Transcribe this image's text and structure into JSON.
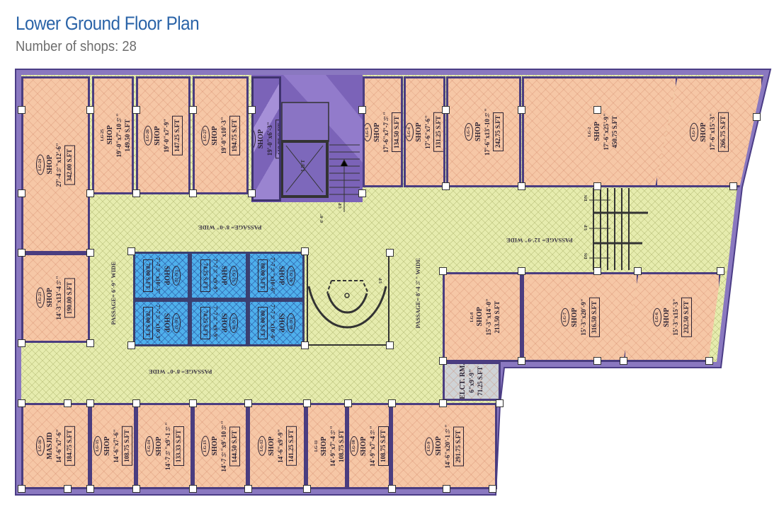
{
  "header": {
    "title": "Lower Ground Floor Plan",
    "subtitle": "Number of shops: 28"
  },
  "colors": {
    "title": "#2b64a8",
    "shop": "#f6c7a6",
    "kiosk": "#4fb0ec",
    "passage": "#e6ecae",
    "wall": "#8a78c0",
    "electrical_room": "#cfd3d6"
  },
  "rooms": [
    {
      "id": "LG-24",
      "name": "SHOP",
      "size": "27'-4½\"x12'-6\"",
      "area": "342.00 S.FT"
    },
    {
      "id": "LG-25",
      "name": "SHOP",
      "size": "19'-0\"x7'-10½\"",
      "area": "149.50 S.FT"
    },
    {
      "id": "LG-26",
      "name": "SHOP",
      "size": "19'-0\"x7'-9\"",
      "area": "147.25 S.FT"
    },
    {
      "id": "LG-27",
      "name": "SHOP",
      "size": "19'-0\"x10'-3\"",
      "area": "194.75 S.FT"
    },
    {
      "id": "LG-28",
      "name": "SHOP",
      "size": "19'-0\"x6'-3\"",
      "area": "118.75 S.FT"
    },
    {
      "id": "LG-5",
      "name": "SHOP",
      "size": "17'-6\"x7'-7½\"",
      "area": "134.50 S.FT"
    },
    {
      "id": "LG-4",
      "name": "SHOP",
      "size": "17'-6\"x7'-6\"",
      "area": "131.25 S.FT"
    },
    {
      "id": "LG-3",
      "name": "SHOP",
      "size": "17'-6\"x13'-10½\"",
      "area": "242.75 S.FT"
    },
    {
      "id": "LG-2",
      "name": "SHOP",
      "size": "17'-6\"x25'-9\"",
      "area": "450.75 S.FT"
    },
    {
      "id": "LG-1",
      "name": "SHOP",
      "size": "17'-6\"x15'-3\"",
      "area": "266.75 S.FT"
    },
    {
      "id": "LG-23",
      "name": "SHOP",
      "size": "14'-3\"x13'-4½\"",
      "area": "190.00 S.FT"
    },
    {
      "id": "LG-8",
      "name": "SHOP",
      "size": "15'-3\"x14'-0\"",
      "area": "213.50 S.FT"
    },
    {
      "id": "LG-7",
      "name": "SHOP",
      "size": "15'-3\"x20'-9\"",
      "area": "316.50 S.FT"
    },
    {
      "id": "LG-6",
      "name": "SHOP",
      "size": "15'-3\"x15'-3\"",
      "area": "232.50 S.FT"
    },
    {
      "id": "",
      "name": "ELCT. RM.",
      "size": "6\"x9'-9\"",
      "area": "71.25 S.FT"
    },
    {
      "id": "LG-16",
      "name": "MASJID",
      "size": "14'-6\"x7'-6\"",
      "area": "184.75 S.FT"
    },
    {
      "id": "LG-15",
      "name": "SHOP",
      "size": "14'-6\"x7'-6\"",
      "area": "108.75 S.FT"
    },
    {
      "id": "LG-14",
      "name": "SHOP",
      "size": "14'-7½\"x9'-1½\"",
      "area": "133.33 S.FT"
    },
    {
      "id": "LG-13",
      "name": "SHOP",
      "size": "14'-7½\"x9'-10½\"",
      "area": "144.50 S.FT"
    },
    {
      "id": "LG-12",
      "name": "SHOP",
      "size": "14'-6\"x9'-9\"",
      "area": "141.25 S.FT"
    },
    {
      "id": "LG-11",
      "name": "SHOP",
      "size": "14'-9\"x7'-4½\"",
      "area": "108.75 S.FT"
    },
    {
      "id": "LG-10",
      "name": "SHOP",
      "size": "14'-9\"x7'-4½\"",
      "area": "108.75 S.FT"
    },
    {
      "id": "LG-9",
      "name": "SHOP",
      "size": "14'-6\"x20'-1½\"",
      "area": "291.75 S.FT"
    },
    {
      "id": "LG-22",
      "name": "SHOP",
      "size": "7'-7½\"x10'-3\"",
      "area": "78.00 S.FT"
    },
    {
      "id": "LG-21",
      "name": "SHOP",
      "size": "7'-7½\"x9'-9\"",
      "area": "74.25 S.FT"
    },
    {
      "id": "LG-20",
      "name": "SHOP",
      "size": "7'-7½\"x10'-6\"",
      "area": "80.00 S.FT"
    },
    {
      "id": "LG-17",
      "name": "SHOP",
      "size": "7'-7½\"x10'-3\"",
      "area": "78.00 S.FT"
    },
    {
      "id": "LG-18",
      "name": "SHOP",
      "size": "7'-7½\"x9'-9\"",
      "area": "74.25 S.FT"
    },
    {
      "id": "LG-19",
      "name": "SHOP",
      "size": "7'-7½\"x10'-6\"",
      "area": "80.00 S.FT"
    }
  ],
  "passages": {
    "top": "PASSAGE= 8'-0\" WIDE",
    "left": "PASSAGE= 6'-9\" WIDE",
    "center": "PASSAGE= 8'-4½\" WIDE",
    "right": "PASSAGE= 12'-9\" WIDE",
    "bottom": "PASSAGE= 8'-0\" WIDE"
  },
  "core": {
    "lift": "LIFT",
    "up": "UP",
    "dn": "DN",
    "dimension": "6'-0\""
  }
}
